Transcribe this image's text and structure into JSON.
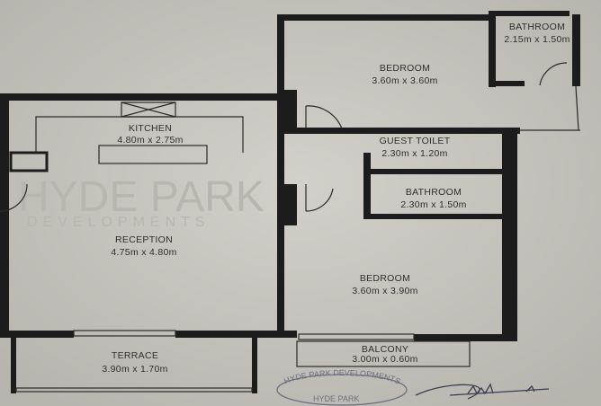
{
  "rooms": {
    "kitchen": {
      "name": "KITCHEN",
      "size": "4.80m x 2.75m"
    },
    "reception": {
      "name": "RECEPTION",
      "size": "4.75m x 4.80m"
    },
    "terrace": {
      "name": "TERRACE",
      "size": "3.90m x 1.70m"
    },
    "bedroom1": {
      "name": "BEDROOM",
      "size": "3.60m x 3.60m"
    },
    "bathroom1": {
      "name": "BATHROOM",
      "size": "2.15m x 1.50m"
    },
    "guest_toilet": {
      "name": "GUEST TOILET",
      "size": "2.30m x 1.20m"
    },
    "bathroom2": {
      "name": "BATHROOM",
      "size": "2.30m x 1.50m"
    },
    "bedroom2": {
      "name": "BEDROOM",
      "size": "3.60m x 3.90m"
    },
    "balcony": {
      "name": "BALCONY",
      "size": "3.00m x 0.60m"
    }
  },
  "watermark": {
    "line1": "HYDE PARK",
    "line2": "DEVELOPMENTS"
  },
  "stamp": {
    "ring_text": "HYDE PARK DEVELOPMENTS",
    "center_text": "HYDE PARK"
  },
  "colors": {
    "paper": "#c4c1bb",
    "wall": "#1c1c1c",
    "text": "#2f2f2f",
    "stamp": "#6d6f80"
  }
}
